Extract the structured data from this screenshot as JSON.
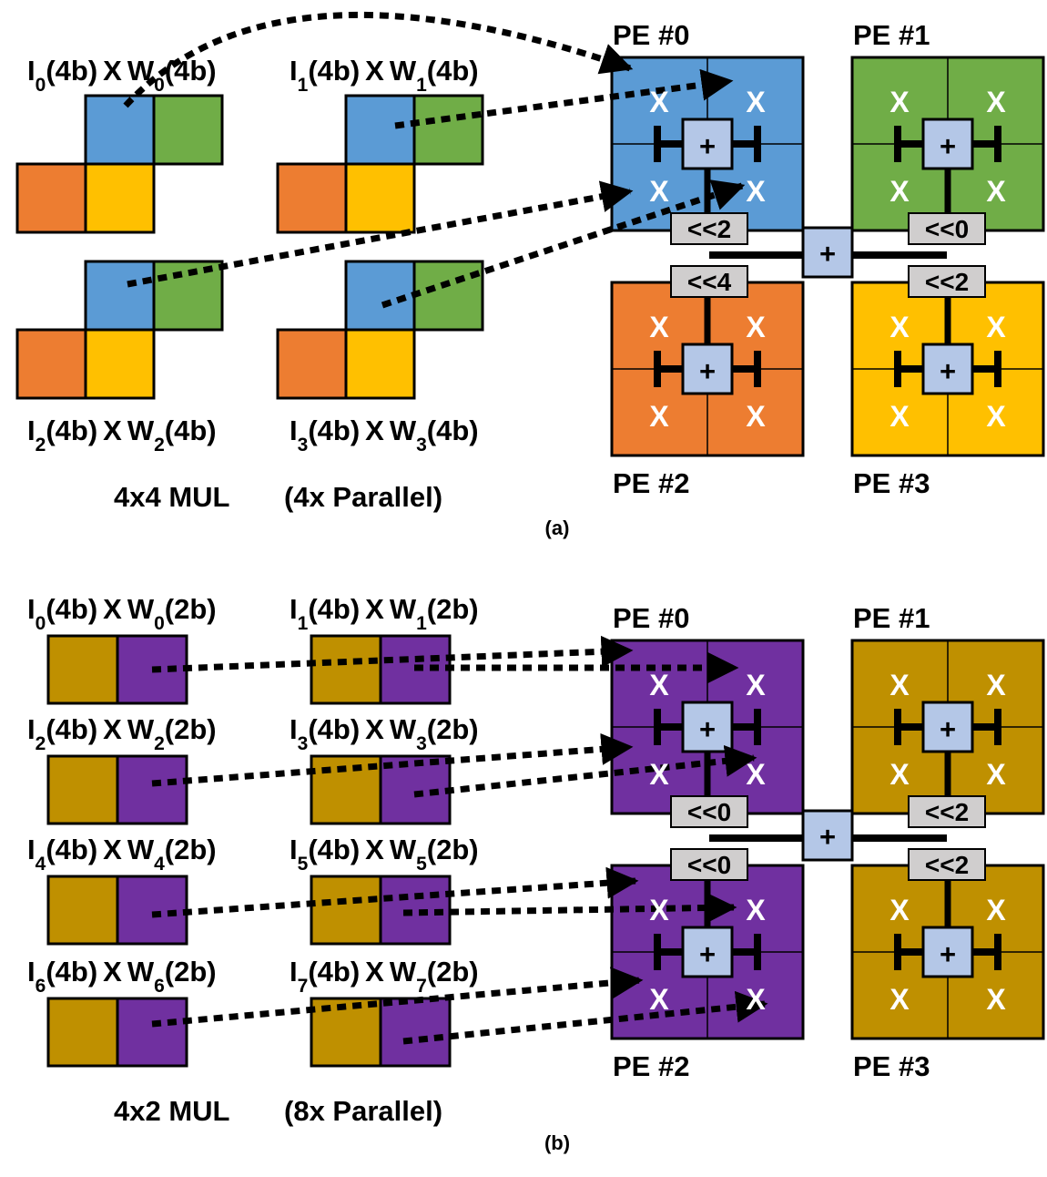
{
  "colors": {
    "blue": "#5B9BD5",
    "green": "#70AD47",
    "orange": "#ED7D31",
    "yellow": "#FFC000",
    "purple": "#7030A0",
    "olive": "#BF9000",
    "adder": "#B4C7E7",
    "shift_box": "#D0CECE"
  },
  "part_a": {
    "caption": "(a)",
    "mode_label": "4x4 MUL",
    "parallel_label": "(4x Parallel)",
    "ops": [
      {
        "i": "I",
        "i_sub": "0",
        "i_bits": "(4b)",
        "x": "X",
        "w": "W",
        "w_sub": "0",
        "w_bits": "(4b)"
      },
      {
        "i": "I",
        "i_sub": "1",
        "i_bits": "(4b)",
        "x": "X",
        "w": "W",
        "w_sub": "1",
        "w_bits": "(4b)"
      },
      {
        "i": "I",
        "i_sub": "2",
        "i_bits": "(4b)",
        "x": "X",
        "w": "W",
        "w_sub": "2",
        "w_bits": "(4b)"
      },
      {
        "i": "I",
        "i_sub": "3",
        "i_bits": "(4b)",
        "x": "X",
        "w": "W",
        "w_sub": "3",
        "w_bits": "(4b)"
      }
    ],
    "pes": [
      {
        "name": "PE #0",
        "color": "blue",
        "mul": "X",
        "adder": "+"
      },
      {
        "name": "PE #1",
        "color": "green",
        "mul": "X",
        "adder": "+"
      },
      {
        "name": "PE #2",
        "color": "orange",
        "mul": "X",
        "adder": "+"
      },
      {
        "name": "PE #3",
        "color": "yellow",
        "mul": "X",
        "adder": "+"
      }
    ],
    "shifts": [
      "<<2",
      "<<0",
      "<<4",
      "<<2"
    ],
    "center_adder": "+"
  },
  "part_b": {
    "caption": "(b)",
    "mode_label": "4x2 MUL",
    "parallel_label": "(8x Parallel)",
    "ops": [
      {
        "i": "I",
        "i_sub": "0",
        "i_bits": "(4b)",
        "x": "X",
        "w": "W",
        "w_sub": "0",
        "w_bits": "(2b)"
      },
      {
        "i": "I",
        "i_sub": "1",
        "i_bits": "(4b)",
        "x": "X",
        "w": "W",
        "w_sub": "1",
        "w_bits": "(2b)"
      },
      {
        "i": "I",
        "i_sub": "2",
        "i_bits": "(4b)",
        "x": "X",
        "w": "W",
        "w_sub": "2",
        "w_bits": "(2b)"
      },
      {
        "i": "I",
        "i_sub": "3",
        "i_bits": "(4b)",
        "x": "X",
        "w": "W",
        "w_sub": "3",
        "w_bits": "(2b)"
      },
      {
        "i": "I",
        "i_sub": "4",
        "i_bits": "(4b)",
        "x": "X",
        "w": "W",
        "w_sub": "4",
        "w_bits": "(2b)"
      },
      {
        "i": "I",
        "i_sub": "5",
        "i_bits": "(4b)",
        "x": "X",
        "w": "W",
        "w_sub": "5",
        "w_bits": "(2b)"
      },
      {
        "i": "I",
        "i_sub": "6",
        "i_bits": "(4b)",
        "x": "X",
        "w": "W",
        "w_sub": "6",
        "w_bits": "(2b)"
      },
      {
        "i": "I",
        "i_sub": "7",
        "i_bits": "(4b)",
        "x": "X",
        "w": "W",
        "w_sub": "7",
        "w_bits": "(2b)"
      }
    ],
    "pes": [
      {
        "name": "PE #0",
        "color": "purple",
        "mul": "X",
        "adder": "+"
      },
      {
        "name": "PE #1",
        "color": "olive",
        "mul": "X",
        "adder": "+"
      },
      {
        "name": "PE #2",
        "color": "purple",
        "mul": "X",
        "adder": "+"
      },
      {
        "name": "PE #3",
        "color": "olive",
        "mul": "X",
        "adder": "+"
      }
    ],
    "shifts": [
      "<<0",
      "<<2",
      "<<0",
      "<<2"
    ],
    "center_adder": "+"
  }
}
